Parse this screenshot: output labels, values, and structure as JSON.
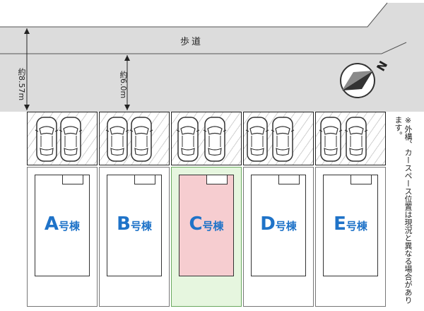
{
  "road": {
    "label": "歩道",
    "dim_left": "約8.57m",
    "dim_mid": "約6.0m",
    "north_label": "N"
  },
  "note": "※外構、カースペース位置は現況と異なる場合があります。",
  "colors": {
    "highlight_house": "#f6cdd0",
    "highlight_lot": "#e6f6df",
    "label_blue": "#1f73c8"
  },
  "houses": [
    {
      "letter": "A",
      "suffix": "号棟",
      "highlighted": false
    },
    {
      "letter": "B",
      "suffix": "号棟",
      "highlighted": false
    },
    {
      "letter": "C",
      "suffix": "号棟",
      "highlighted": true
    },
    {
      "letter": "D",
      "suffix": "号棟",
      "highlighted": false
    },
    {
      "letter": "E",
      "suffix": "号棟",
      "highlighted": false
    }
  ]
}
